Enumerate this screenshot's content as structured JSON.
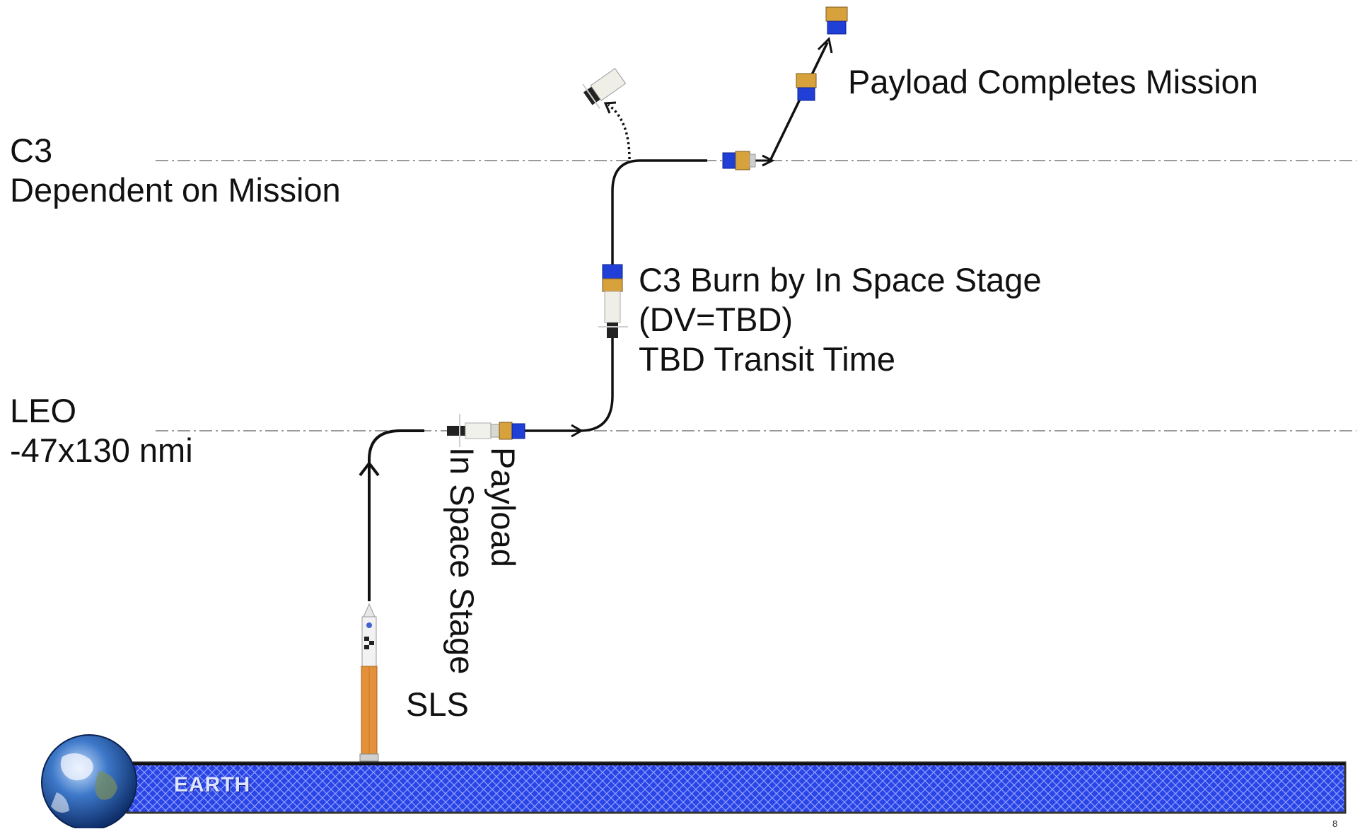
{
  "levels": {
    "c3": {
      "line1": "C3",
      "line2": "Dependent on Mission"
    },
    "leo": {
      "line1": "LEO",
      "line2": "-47x130 nmi"
    }
  },
  "annotations": {
    "payload_completes": "Payload Completes Mission",
    "c3_burn": {
      "line1": "C3 Burn by In Space Stage",
      "line2": "(DV=TBD)",
      "line3": "TBD Transit Time"
    },
    "payload_vertical": "Payload",
    "in_space_stage_vertical": "In Space Stage",
    "sls": "SLS"
  },
  "earth": {
    "label": "EARTH"
  },
  "page_number": "8",
  "colors": {
    "earth_band": "#2a45e6",
    "dashed_line": "#9a9a9a",
    "payload_blue": "#1f3fd6",
    "rocket_orange": "#e2903a",
    "gold": "#d7a23c"
  }
}
